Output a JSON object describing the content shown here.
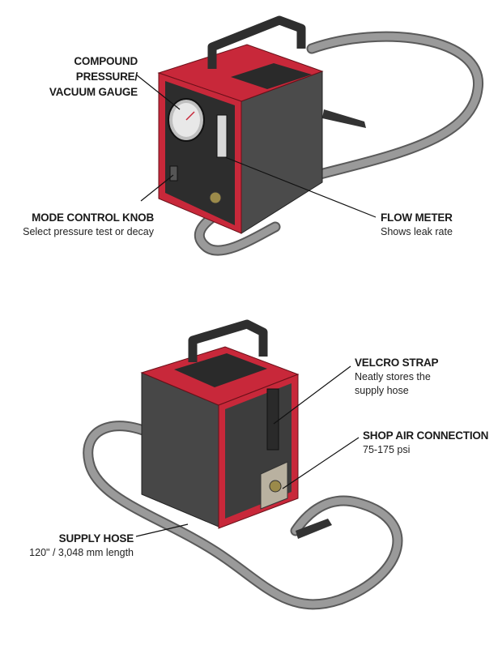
{
  "callouts": {
    "gauge": {
      "title_line1": "COMPOUND PRESSURE/",
      "title_line2": "VACUUM GAUGE"
    },
    "mode_knob": {
      "title": "MODE CONTROL KNOB",
      "subtitle": "Select pressure test or decay"
    },
    "flow_meter": {
      "title": "FLOW METER",
      "subtitle": "Shows leak rate"
    },
    "velcro_strap": {
      "title": "VELCRO STRAP",
      "subtitle_line1": "Neatly stores the",
      "subtitle_line2": "supply hose"
    },
    "shop_air": {
      "title": "SHOP AIR CONNECTION",
      "subtitle": "75-175 psi"
    },
    "supply_hose": {
      "title": "SUPPLY HOSE",
      "subtitle": "120\" / 3,048 mm length"
    }
  },
  "colors": {
    "body_red": "#c8283a",
    "housing": "#4a4a4a",
    "hose": "#8d8d8d"
  }
}
